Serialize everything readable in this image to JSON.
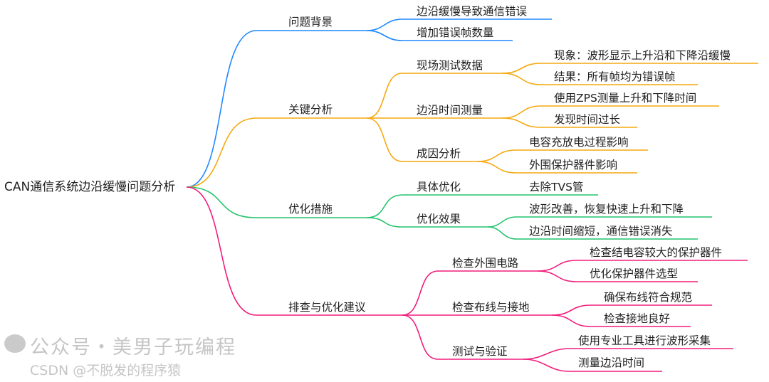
{
  "root": "CAN通信系统边沿缓慢问题分析",
  "branches": [
    {
      "label": "问题背景",
      "color": "#1e88ff",
      "children": [
        {
          "label": "边沿缓慢导致通信错误"
        },
        {
          "label": "增加错误帧数量"
        }
      ]
    },
    {
      "label": "关键分析",
      "color": "#f5a90f",
      "children": [
        {
          "label": "现场测试数据",
          "children": [
            {
              "label": "现象：波形显示上升沿和下降沿缓慢"
            },
            {
              "label": "结果：所有帧均为错误帧"
            }
          ]
        },
        {
          "label": "边沿时间测量",
          "children": [
            {
              "label": "使用ZPS测量上升和下降时间"
            },
            {
              "label": "发现时间过长"
            }
          ]
        },
        {
          "label": "成因分析",
          "children": [
            {
              "label": "电容充放电过程影响"
            },
            {
              "label": "外围保护器件影响"
            }
          ]
        }
      ]
    },
    {
      "label": "优化措施",
      "color": "#22c36b",
      "children": [
        {
          "label": "具体优化",
          "children": [
            {
              "label": "去除TVS管"
            }
          ]
        },
        {
          "label": "优化效果",
          "children": [
            {
              "label": "波形改善，恢复快速上升和下降"
            },
            {
              "label": "边沿时间缩短，通信错误消失"
            }
          ]
        }
      ]
    },
    {
      "label": "排查与优化建议",
      "color": "#f21d7c",
      "children": [
        {
          "label": "检查外围电路",
          "children": [
            {
              "label": "检查结电容较大的保护器件"
            },
            {
              "label": "优化保护器件选型"
            }
          ]
        },
        {
          "label": "检查布线与接地",
          "children": [
            {
              "label": "确保布线符合规范"
            },
            {
              "label": "检查接地良好"
            }
          ]
        },
        {
          "label": "测试与验证",
          "children": [
            {
              "label": "使用专业工具进行波形采集"
            },
            {
              "label": "测量边沿时间"
            }
          ]
        }
      ]
    }
  ],
  "watermark": {
    "line1": "公众号・美男子玩编程",
    "line2": "CSDN @不脱发的程序猿"
  }
}
